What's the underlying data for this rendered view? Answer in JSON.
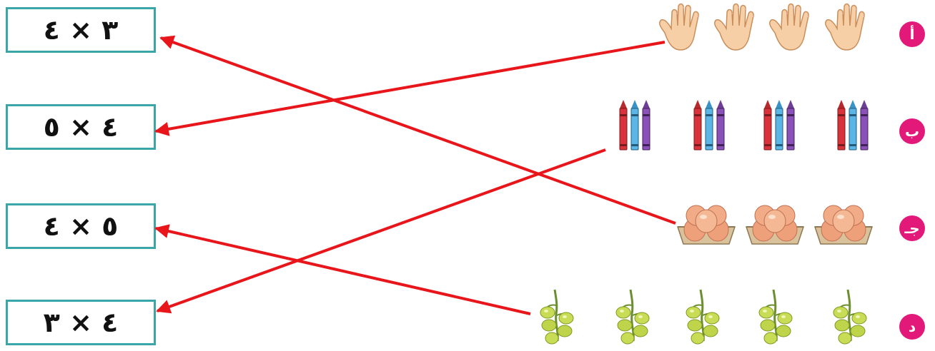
{
  "boxes": [
    {
      "id": "box-1",
      "text": "٣ × ٤"
    },
    {
      "id": "box-2",
      "text": "٤ × ٥"
    },
    {
      "id": "box-3",
      "text": "٥ × ٤"
    },
    {
      "id": "box-4",
      "text": "٤ × ٣"
    }
  ],
  "rows": [
    {
      "label": "أ",
      "item": "hand-icon",
      "count": 4
    },
    {
      "label": "ب",
      "item": "crayon-group-icon",
      "count": 4
    },
    {
      "label": "جـ",
      "item": "egg-tray-icon",
      "count": 3
    },
    {
      "label": "د",
      "item": "grape-bunch-icon",
      "count": 5
    }
  ],
  "colors": {
    "box_border": "#3aa6a8",
    "badge": "#e3197a",
    "arrow": "#e8151b"
  }
}
